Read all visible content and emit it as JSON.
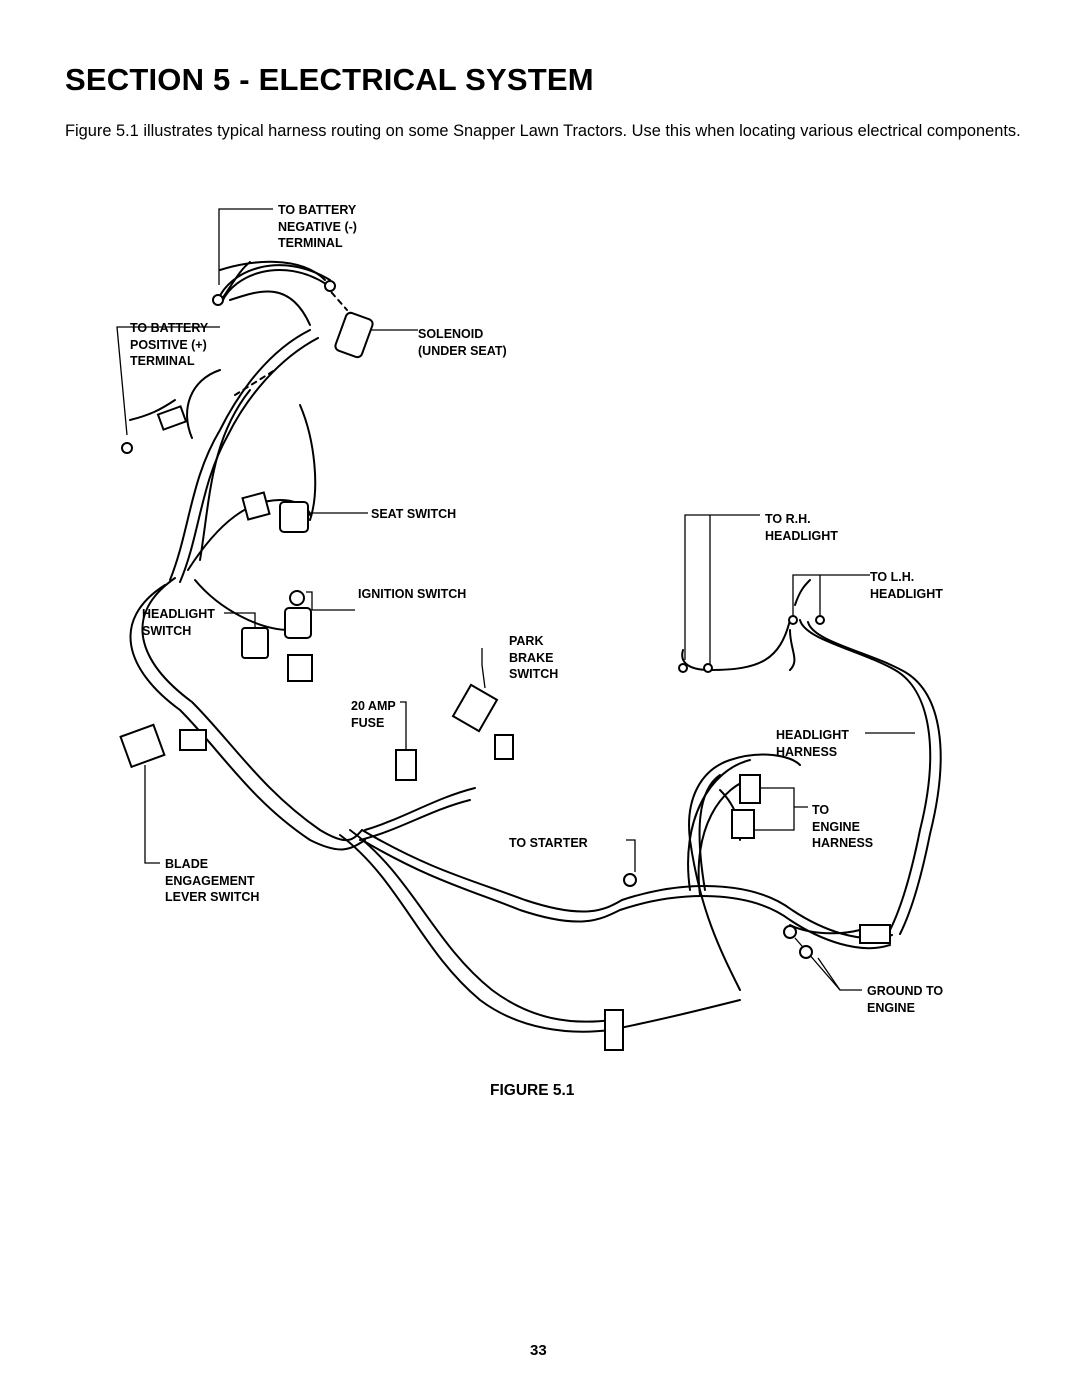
{
  "page": {
    "title": "SECTION 5 - ELECTRICAL SYSTEM",
    "intro": "Figure 5.1 illustrates typical harness routing on some Snapper Lawn Tractors. Use this when locating various electrical components.",
    "figure_caption": "FIGURE 5.1",
    "page_number": "33"
  },
  "figure": {
    "labels": {
      "battery_negative": "TO BATTERY\nNEGATIVE (-)\nTERMINAL",
      "battery_positive": "TO BATTERY\nPOSITIVE (+)\nTERMINAL",
      "solenoid": "SOLENOID\n(UNDER SEAT)",
      "seat_switch": "SEAT SWITCH",
      "ignition_switch": "IGNITION SWITCH",
      "headlight_switch": "HEADLIGHT\nSWITCH",
      "park_brake_switch": "PARK\nBRAKE\nSWITCH",
      "fuse": "20 AMP\nFUSE",
      "blade_engagement": "BLADE\nENGAGEMENT\nLEVER SWITCH",
      "to_starter": "TO STARTER",
      "rh_headlight": "TO R.H.\nHEADLIGHT",
      "lh_headlight": "TO L.H.\nHEADLIGHT",
      "headlight_harness": "HEADLIGHT\nHARNESS",
      "engine_harness": "TO\nENGINE\nHARNESS",
      "ground_to_engine": "GROUND TO\nENGINE"
    }
  }
}
